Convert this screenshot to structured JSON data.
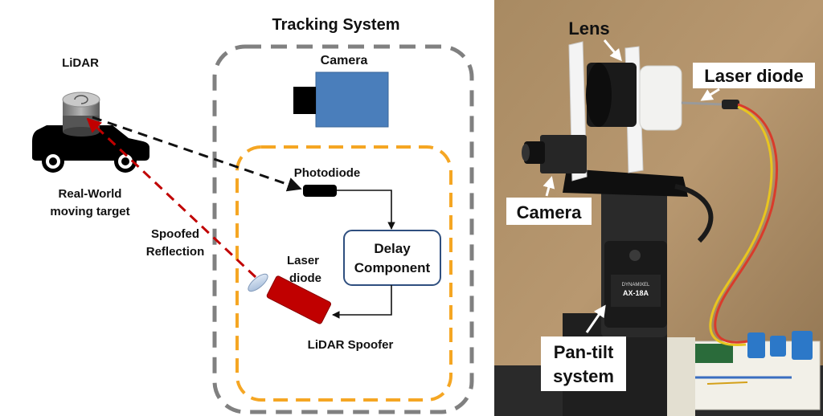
{
  "diagram": {
    "tracking_system_title": "Tracking System",
    "camera_label": "Camera",
    "lidar_label": "LiDAR",
    "target_label_line1": "Real-World",
    "target_label_line2": "moving target",
    "photodiode_label": "Photodiode",
    "spoofed_label_line1": "Spoofed",
    "spoofed_label_line2": "Reflection",
    "laser_label_line1": "Laser",
    "laser_label_line2": "diode",
    "delay_label_line1": "Delay",
    "delay_label_line2": "Component",
    "spoofer_label": "LiDAR Spoofer"
  },
  "photo": {
    "lens_label": "Lens",
    "laser_diode_label": "Laser diode",
    "camera_label": "Camera",
    "pan_tilt_line1": "Pan-tilt",
    "pan_tilt_line2": "system",
    "servo_brand": "DYNAMIXEL",
    "servo_model": "AX-18A"
  },
  "colors": {
    "tracking_border": "#808080",
    "spoofer_border": "#F5A623",
    "camera_body": "#4A7EBB",
    "laser_red": "#C00000",
    "spoof_line": "#C00000",
    "delay_border": "#2F4F7F"
  }
}
